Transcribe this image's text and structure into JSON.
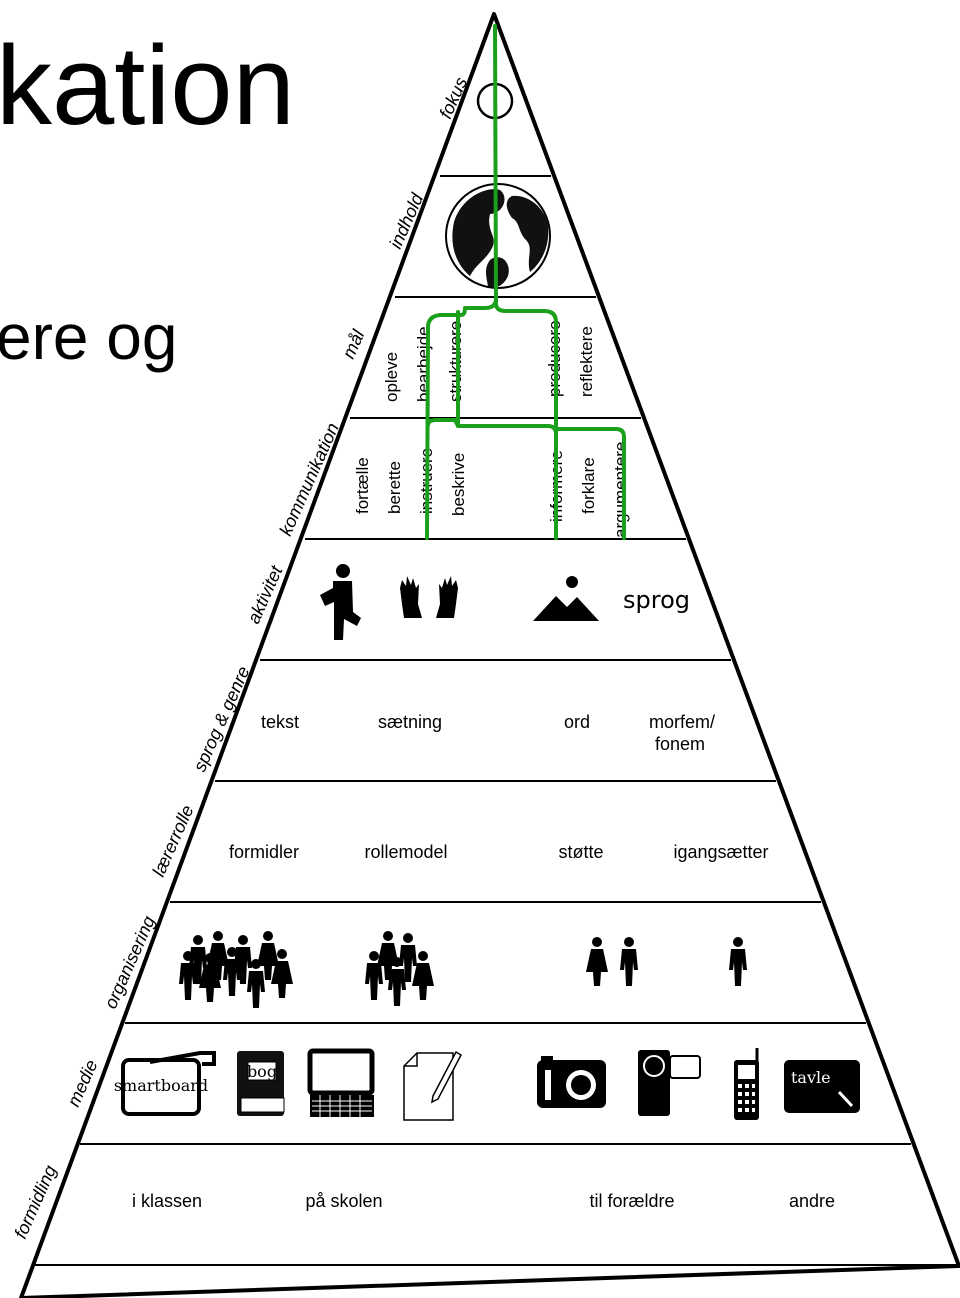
{
  "slide": {
    "title": "kation",
    "subtitle": "ere og"
  },
  "levels": [
    {
      "id": "fokus",
      "label": "fokus",
      "icons": [
        "circle-icon"
      ]
    },
    {
      "id": "indhold",
      "label": "indhold",
      "icons": [
        "globe-icon"
      ]
    },
    {
      "id": "maal",
      "label": "mål",
      "items": [
        "opleve",
        "bearbejde",
        "strukturere",
        "producere",
        "reflektere"
      ]
    },
    {
      "id": "kommunikation",
      "label": "kommunikation",
      "items": [
        "fortælle",
        "berette",
        "instruere",
        "beskrive",
        "informere",
        "forklare",
        "argumentere"
      ]
    },
    {
      "id": "aktivitet",
      "label": "aktivitet",
      "icons": [
        "kneeling-figure-icon",
        "hands-icon",
        "mountain-icon"
      ],
      "text": "sprog"
    },
    {
      "id": "sprog-genre",
      "label": "sprog & genre",
      "items": [
        "tekst",
        "sætning",
        "ord",
        "morfem/",
        "fonem"
      ]
    },
    {
      "id": "laererrolle",
      "label": "lærerrolle",
      "items": [
        "formidler",
        "rollemodel",
        "støtte",
        "igangsætter"
      ]
    },
    {
      "id": "organisering",
      "label": "organisering",
      "icons": [
        "class-group-icon",
        "small-group-icon",
        "pair-icon",
        "individual-icon"
      ]
    },
    {
      "id": "medie",
      "label": "medie",
      "icons": [
        "smartboard-icon",
        "book-icon",
        "computer-icon",
        "paper-pencil-icon",
        "camera-icon",
        "video-camera-icon",
        "mobile-phone-icon",
        "blackboard-icon"
      ],
      "smartboard_text": "smartboard",
      "book_text": "bog",
      "board_text": "tavle"
    },
    {
      "id": "formidling",
      "label": "formidling",
      "items": [
        "i klassen",
        "på skolen",
        "til forældre",
        "andre"
      ]
    }
  ],
  "colors": {
    "path": "#1aa01a",
    "ink": "#000000"
  }
}
